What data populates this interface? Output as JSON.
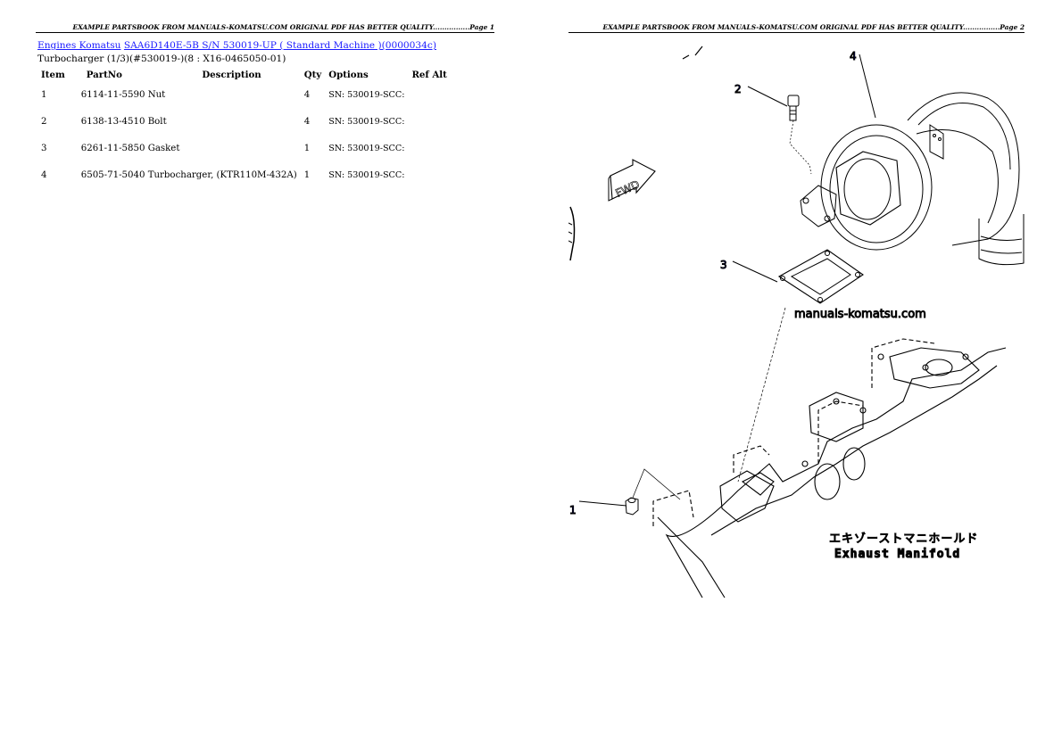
{
  "page1": {
    "header": "EXAMPLE PARTSBOOK FROM MANUALS-KOMATSU.COM ORIGINAL PDF HAS BETTER QUALITY................Page 1",
    "breadcrumb": {
      "link1": "Engines Komatsu",
      "link2": "SAA6D140E-5B S/N 530019-UP ( Standard Machine )(0000034c)"
    },
    "subtitle": "Turbocharger (1/3)(#530019-)(8 : X16-0465050-01)",
    "table": {
      "headers": [
        "Item",
        "PartNo",
        "Description",
        "Qty",
        "Options",
        "Ref Alt"
      ],
      "rows": [
        {
          "item": "1",
          "partno": "6114-11-5590",
          "description": "Nut",
          "qty": "4",
          "options": "SN: 530019-SCC:",
          "refalt": ""
        },
        {
          "item": "2",
          "partno": "6138-13-4510",
          "description": "Bolt",
          "qty": "4",
          "options": "SN: 530019-SCC:",
          "refalt": ""
        },
        {
          "item": "3",
          "partno": "6261-11-5850",
          "description": "Gasket",
          "qty": "1",
          "options": "SN: 530019-SCC:",
          "refalt": ""
        },
        {
          "item": "4",
          "partno": "6505-71-5040",
          "description": "Turbocharger, (KTR110M-432A)",
          "qty": "1",
          "options": "SN: 530019-SCC:",
          "refalt": ""
        }
      ]
    }
  },
  "page2": {
    "header": "EXAMPLE PARTSBOOK FROM MANUALS-KOMATSU.COM ORIGINAL PDF HAS BETTER QUALITY................Page 2",
    "diagram": {
      "callouts": [
        "1",
        "2",
        "3",
        "4"
      ],
      "fwd_label": "FWD",
      "watermark": "manuals-komatsu.com",
      "label_jp": "エキゾーストマニホールド",
      "label_en": "Exhaust Manifold"
    },
    "colors": {
      "callout": "#1a1aff",
      "link": "#1a1aff"
    }
  }
}
